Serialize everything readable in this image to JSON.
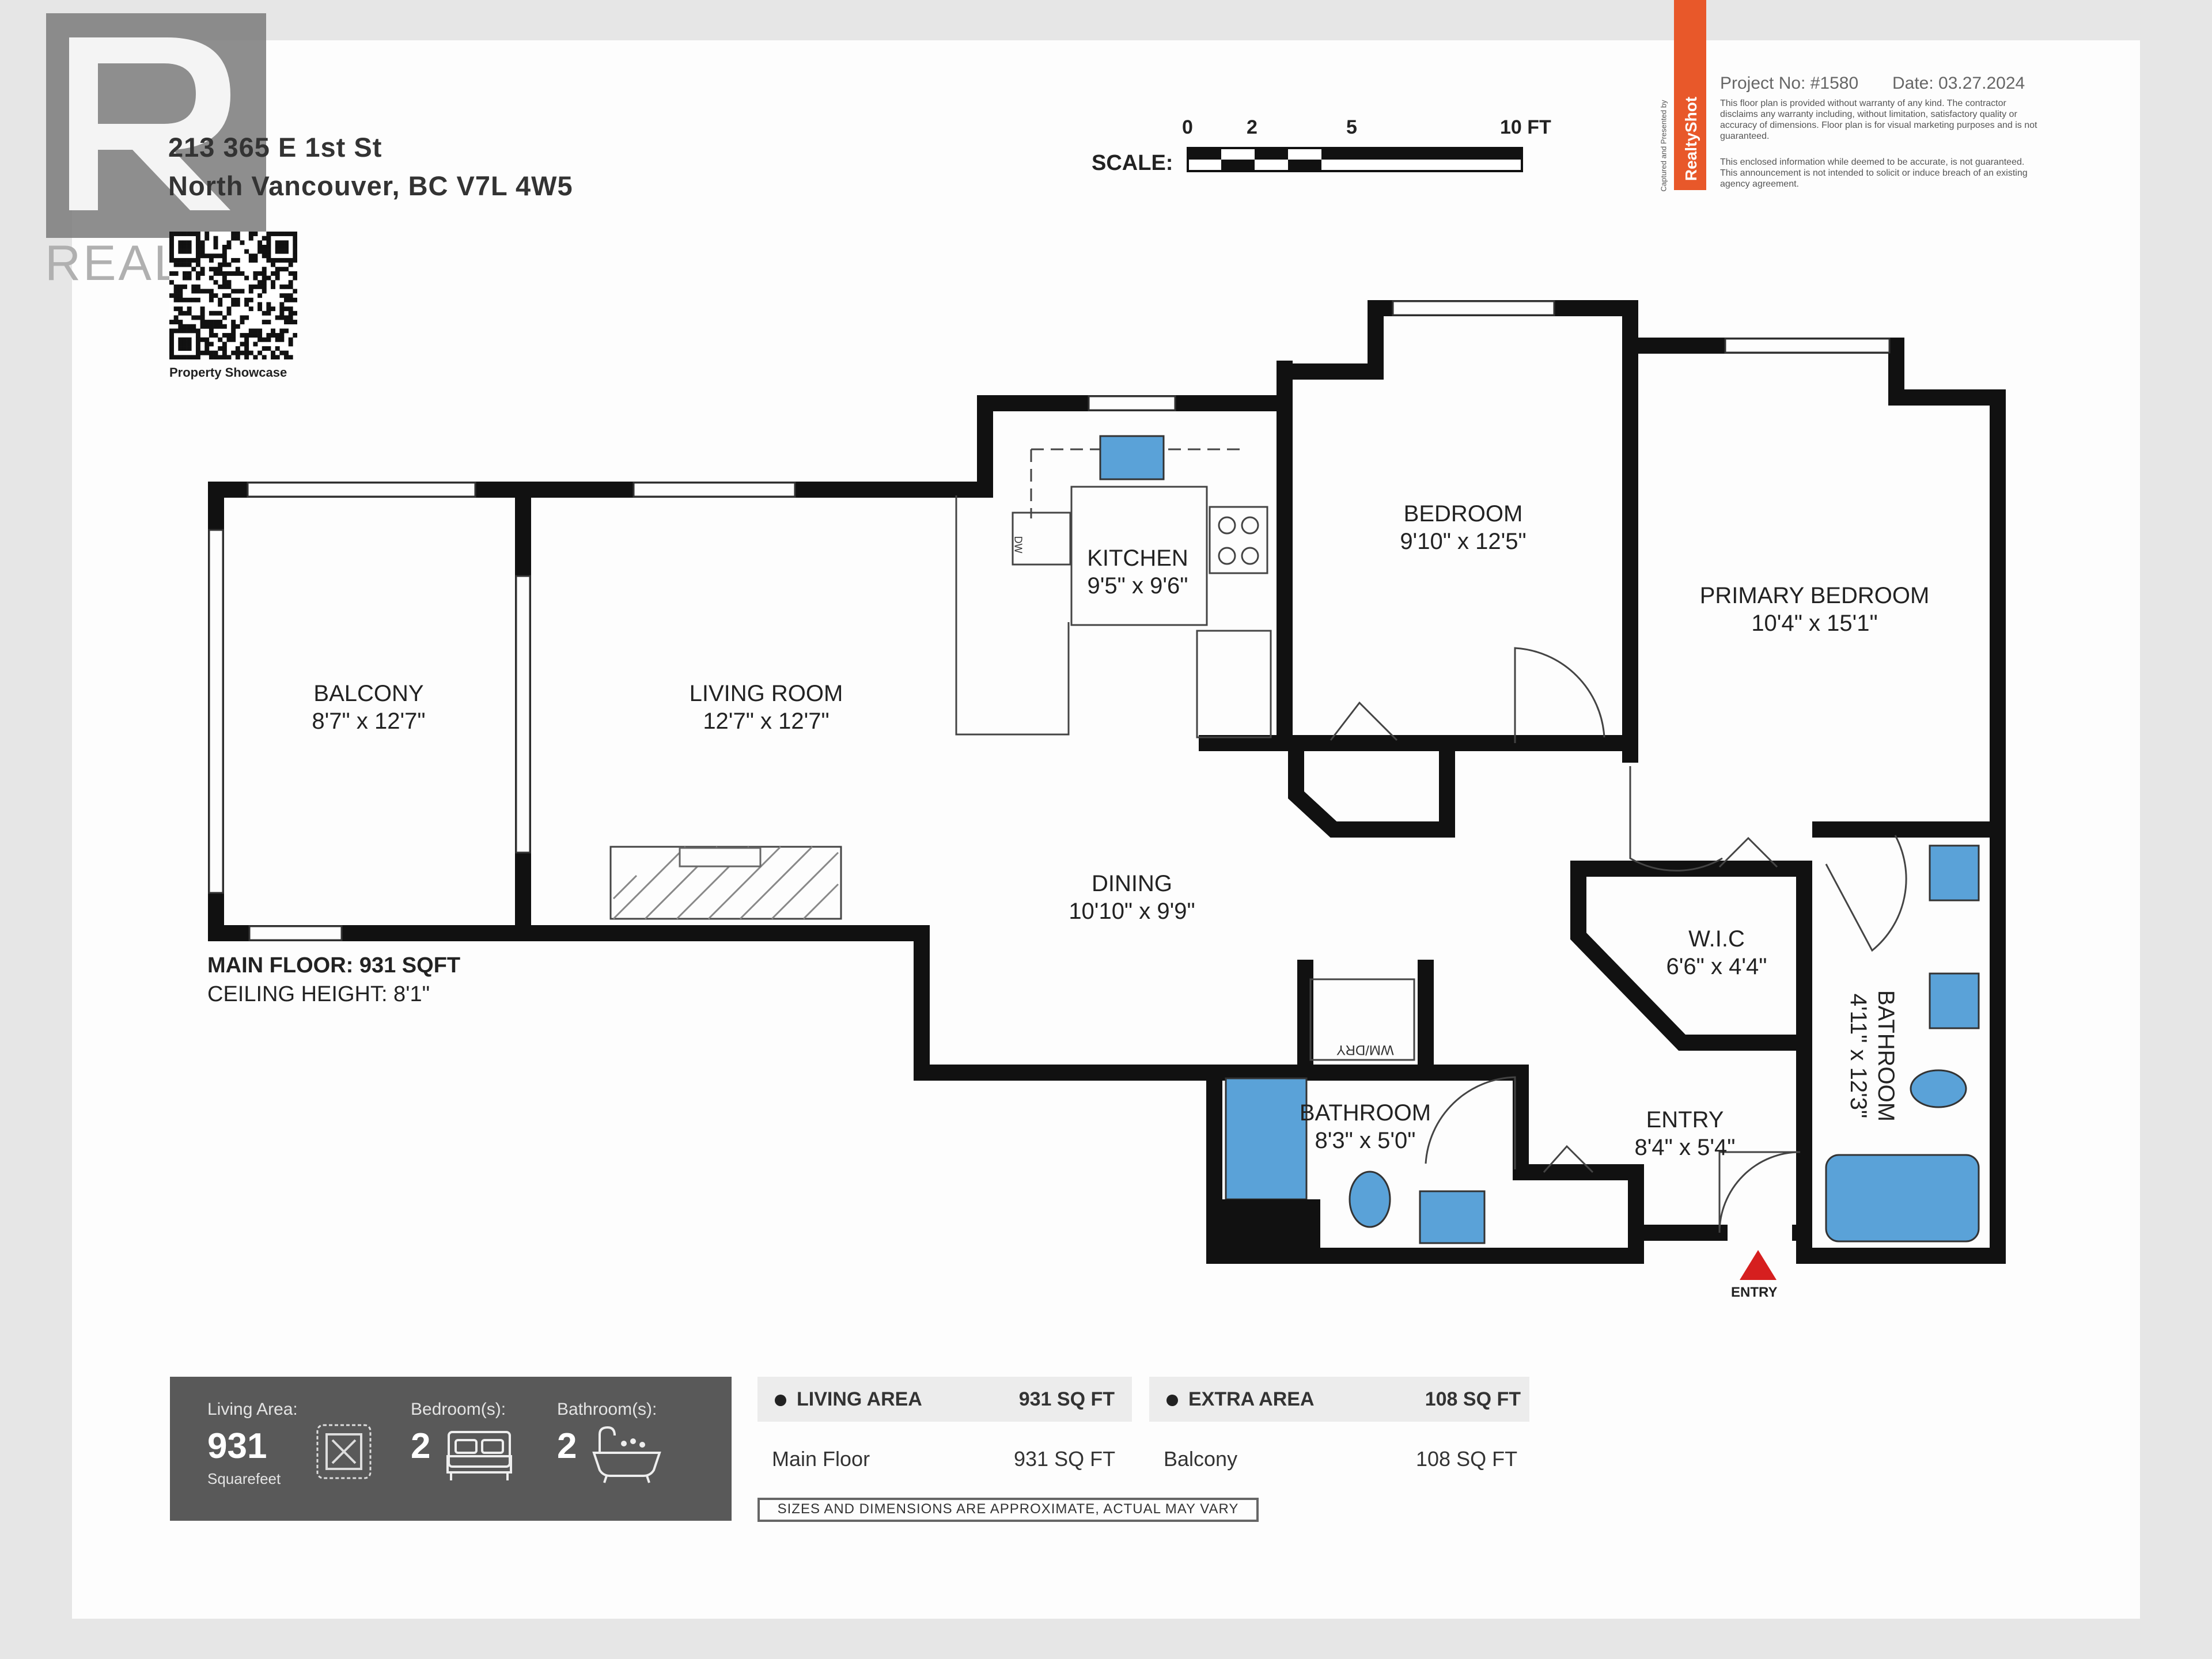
{
  "watermark": {
    "text": "REALTOR"
  },
  "address": {
    "line1": "213 365 E 1st St",
    "line2": "North Vancouver, BC V7L 4W5"
  },
  "qr": {
    "caption": "Property Showcase"
  },
  "scale": {
    "label": "SCALE:",
    "ticks": [
      "0",
      "2",
      "5",
      "10 FT"
    ]
  },
  "branding": {
    "name": "RealtyShot",
    "captured_by": "Captured and Presented by",
    "project": "Project No: #1580",
    "date": "Date: 03.27.2024",
    "notice1": "This floor plan is provided without warranty of any kind. The contractor disclaims any warranty including, without limitation, satisfactory quality or accuracy of dimensions. Floor plan is for visual marketing purposes and is not guaranteed.",
    "notice2": "This enclosed information while deemed to be accurate, is not guaranteed. This announcement is not intended to solicit or induce breach of an existing agency agreement."
  },
  "rooms": {
    "balcony": {
      "name": "BALCONY",
      "dims": "8'7\" x 12'7\""
    },
    "living": {
      "name": "LIVING ROOM",
      "dims": "12'7\" x 12'7\""
    },
    "kitchen": {
      "name": "KITCHEN",
      "dims": "9'5\" x 9'6\""
    },
    "bedroom": {
      "name": "BEDROOM",
      "dims": "9'10\" x 12'5\""
    },
    "primary": {
      "name": "PRIMARY BEDROOM",
      "dims": "10'4\" x 15'1\""
    },
    "dining": {
      "name": "DINING",
      "dims": "10'10\" x 9'9\""
    },
    "wic": {
      "name": "W.I.C",
      "dims": "6'6\" x 4'4\""
    },
    "bath1": {
      "name": "BATHROOM",
      "dims": "8'3\" x 5'0\""
    },
    "entry": {
      "name": "ENTRY",
      "dims": "8'4\" x 5'4\""
    },
    "bath2": {
      "name": "BATHROOM",
      "dims": "4'11\" x 12'3\""
    }
  },
  "labels": {
    "dw": "DW",
    "wmdry": "WM/DRY",
    "entry_marker": "ENTRY"
  },
  "floor_info": {
    "main_floor": "MAIN FLOOR: 931 SQFT",
    "ceiling": "CEILING HEIGHT: 8'1\""
  },
  "summary": {
    "living_label": "Living Area:",
    "living_value": "931",
    "living_unit": "Squarefeet",
    "bed_label": "Bedroom(s):",
    "bed_value": "2",
    "bath_label": "Bathroom(s):",
    "bath_value": "2"
  },
  "areas": {
    "living": {
      "title": "LIVING AREA",
      "total": "931 SQ FT",
      "row_name": "Main Floor",
      "row_value": "931 SQ FT"
    },
    "extra": {
      "title": "EXTRA AREA",
      "total": "108 SQ FT",
      "row_name": "Balcony",
      "row_value": "108 SQ FT"
    }
  },
  "disclaimer": "SIZES AND DIMENSIONS ARE APPROXIMATE, ACTUAL MAY VARY",
  "colors": {
    "wall": "#111111",
    "accent_orange": "#e8582a",
    "entry_red": "#d61f1f",
    "fixture_blue": "#5aa2d8",
    "summary_bg": "#595959"
  }
}
